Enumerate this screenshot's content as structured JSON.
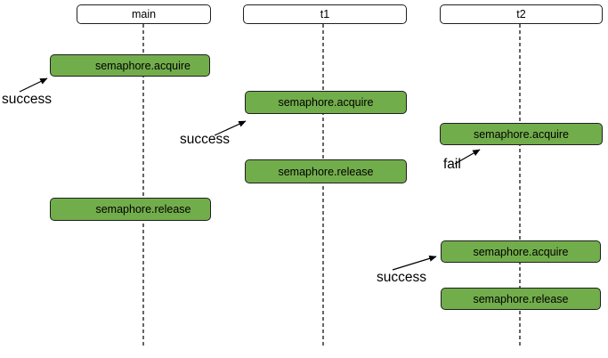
{
  "colors": {
    "background": "#ffffff",
    "activation_fill": "#72ad4b",
    "activation_border": "#1f1f1f",
    "header_fill": "#ffffff",
    "header_border": "#1f1f1f",
    "lifeline": "#000000",
    "text": "#000000"
  },
  "lifelines": [
    {
      "label": "main"
    },
    {
      "label": "t1"
    },
    {
      "label": "t2"
    }
  ],
  "activations": [
    {
      "lane": "main",
      "label": "semaphore.acquire"
    },
    {
      "lane": "t1",
      "label": "semaphore.acquire"
    },
    {
      "lane": "t2",
      "label": "semaphore.acquire"
    },
    {
      "lane": "t1",
      "label": "semaphore.release"
    },
    {
      "lane": "main",
      "label": "semaphore.release"
    },
    {
      "lane": "t2",
      "label": "semaphore.acquire"
    },
    {
      "lane": "t2",
      "label": "semaphore.release"
    }
  ],
  "annotations": [
    {
      "label": "success",
      "points_to": "main semaphore.acquire"
    },
    {
      "label": "success",
      "points_to": "t1 semaphore.acquire"
    },
    {
      "label": "fail",
      "points_to": "t2 semaphore.acquire (first)"
    },
    {
      "label": "success",
      "points_to": "t2 semaphore.acquire (second)"
    }
  ]
}
